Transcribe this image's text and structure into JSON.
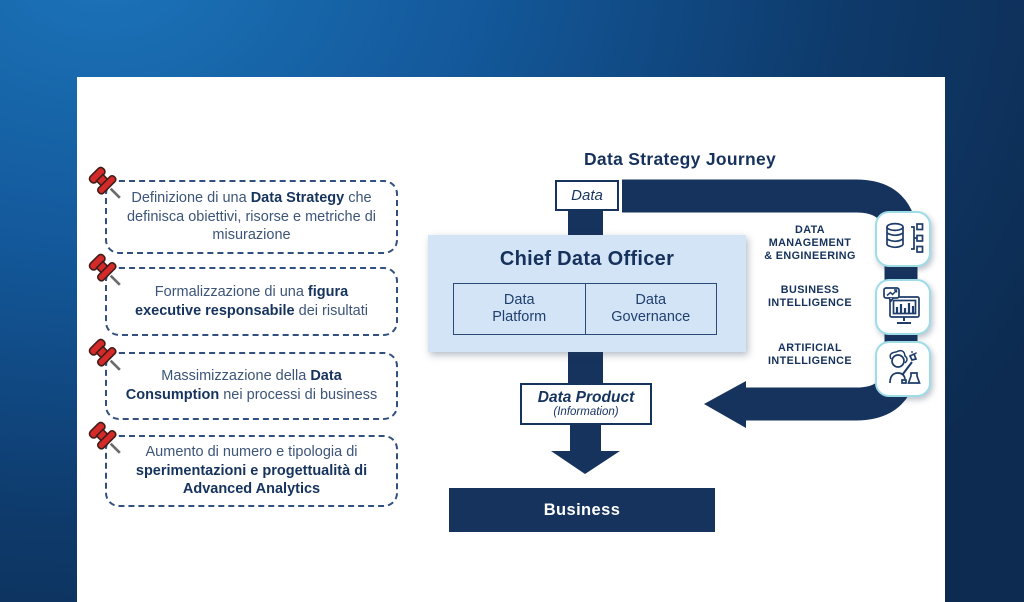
{
  "title": "Data Strategy Journey",
  "goals": [
    {
      "pre": "Definizione di una ",
      "bold": "Data Strategy",
      "post": " che definisca obiettivi, risorse e metriche di misurazione"
    },
    {
      "pre": "Formalizzazione di una ",
      "bold": "figura executive responsabile",
      "post": " dei risultati"
    },
    {
      "pre": "Massimizzazione della ",
      "bold": "Data Consumption",
      "post": " nei processi di business"
    },
    {
      "pre": "Aumento di numero e tipologia di ",
      "bold": "sperimentazioni e progettualità di Advanced Analytics",
      "post": ""
    }
  ],
  "journey": {
    "data_label": "Data",
    "cdo": {
      "title": "Chief Data Officer",
      "cells": [
        {
          "lines": [
            "Data",
            "Platform"
          ]
        },
        {
          "lines": [
            "Data",
            "Governance"
          ]
        }
      ]
    },
    "data_product": {
      "line1": "Data Product",
      "line2": "(Information)"
    },
    "business_label": "Business",
    "stages": [
      {
        "icon": "data-management-engineering-icon",
        "lines": [
          "DATA",
          "MANAGEMENT",
          "& ENGINEERING"
        ]
      },
      {
        "icon": "business-intelligence-icon",
        "lines": [
          "BUSINESS",
          "INTELLIGENCE"
        ]
      },
      {
        "icon": "artificial-intelligence-icon",
        "lines": [
          "ARTIFICIAL",
          "INTELLIGENCE"
        ]
      }
    ]
  },
  "colors": {
    "navy": "#16335e",
    "cdo_fill": "#d3e4f6",
    "tile_border": "#9edce8",
    "pin_red": "#d42a2a",
    "bg_light": "#1c74ba",
    "bg_dark": "#0d2b50"
  }
}
